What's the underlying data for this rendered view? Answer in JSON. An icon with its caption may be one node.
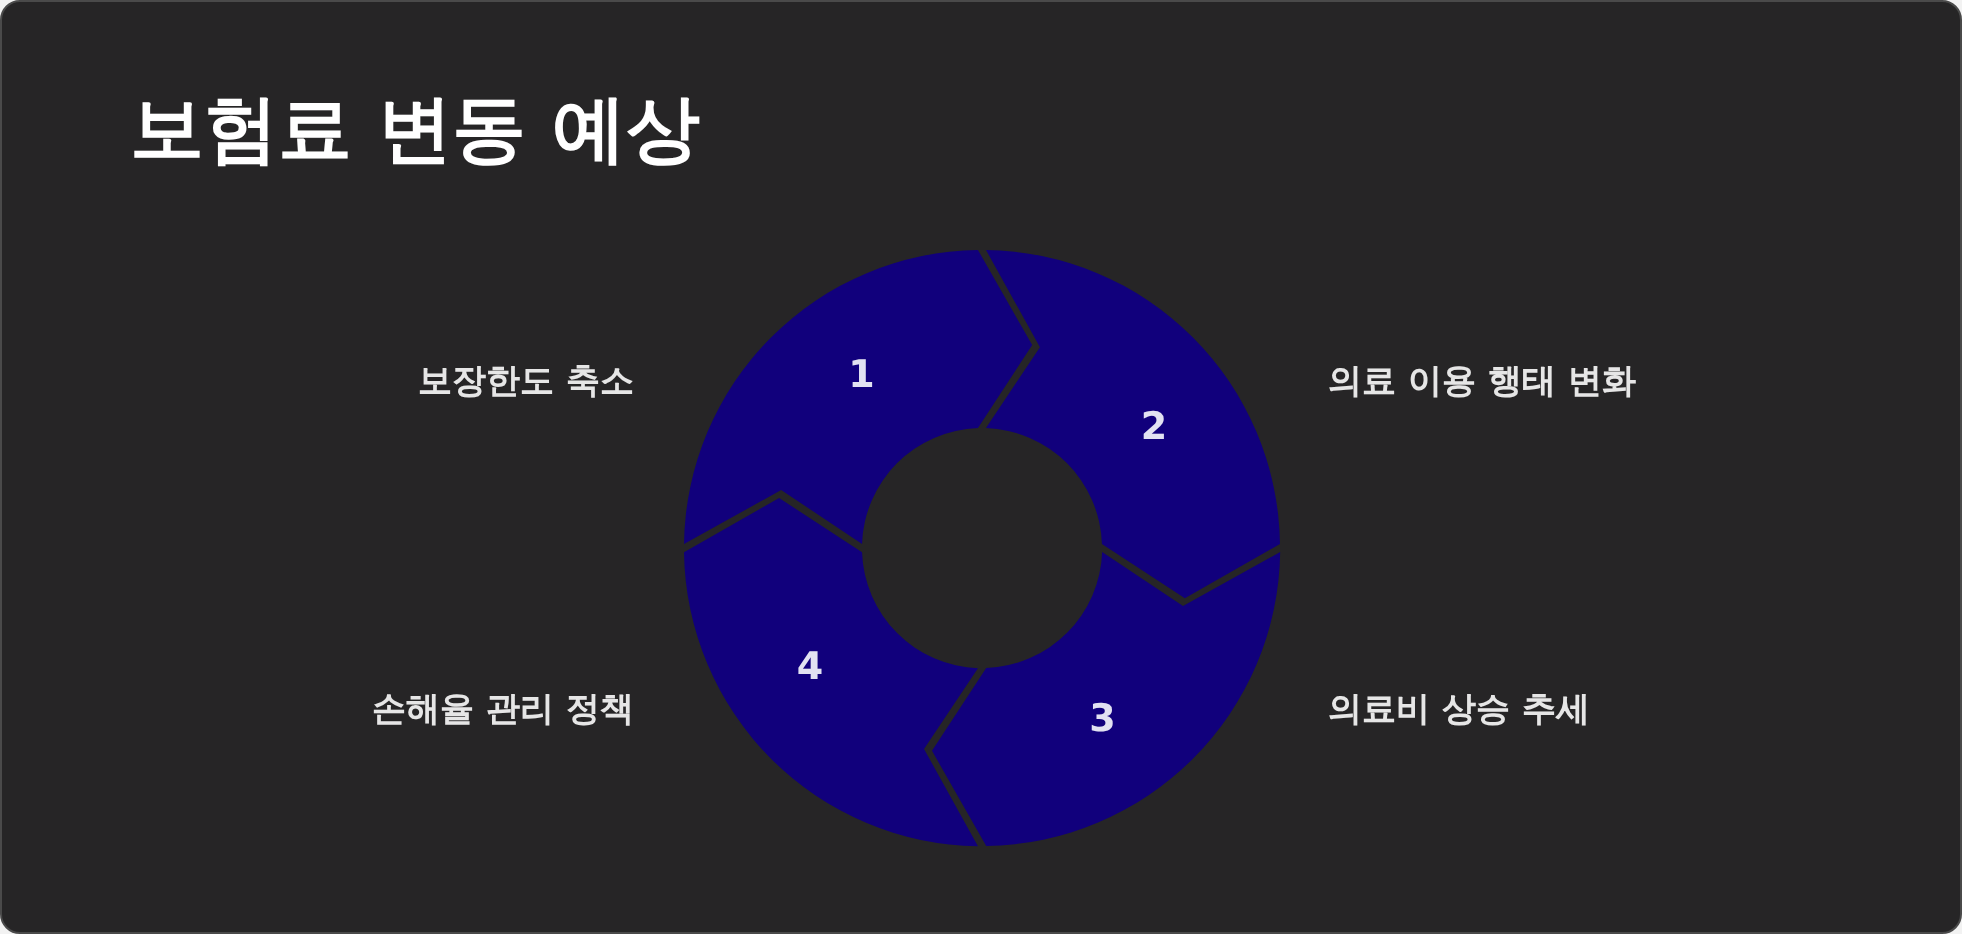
{
  "diagram": {
    "title": "보험료 변동 예상",
    "nodes": [
      {
        "text": [
          "1"
        ],
        "beside": [
          "보장한도 축소"
        ]
      },
      {
        "text": [
          "2"
        ],
        "beside": [
          "의료 이용 행태 변화"
        ]
      },
      {
        "text": [
          "3"
        ],
        "beside": [
          "의료비 상승 추세"
        ]
      },
      {
        "text": [
          "4"
        ],
        "beside": [
          "손해율 관리 정책"
        ]
      }
    ]
  }
}
